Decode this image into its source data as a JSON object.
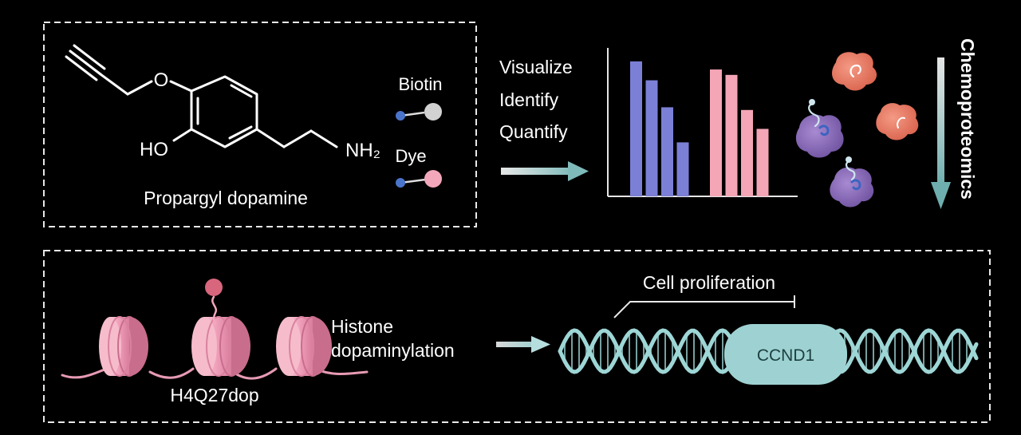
{
  "colors": {
    "background": "#000000",
    "blue_bar": "#7b80d6",
    "pink_bar": "#f4a6b6",
    "dna": "#9ed6d6",
    "ccnd1_box": "#9ed2d2",
    "arrow_teal": "#8fc4c4",
    "protein_orange": "#e8765e",
    "protein_purple": "#8a6cb8",
    "nucleosome": "#f1a7bf"
  },
  "molecule": {
    "name": "Propargyl dopamine",
    "ho_label": "HO",
    "o_label": "O",
    "nh2_label": "NH₂"
  },
  "probes": {
    "biotin_label": "Biotin",
    "dye_label": "Dye"
  },
  "steps": {
    "visualize": "Visualize",
    "identify": "Identify",
    "quantify": "Quantify"
  },
  "chart_data": {
    "type": "bar",
    "series": [
      {
        "values": [
          1.0,
          0.86,
          0.66,
          0.4
        ]
      },
      {
        "values": [
          0.94,
          0.9,
          0.64,
          0.5
        ]
      }
    ],
    "ylim": [
      0,
      1.1
    ]
  },
  "chemoproteomics_label": "Chemoproteomics",
  "histone": {
    "mark_label": "H4Q27dop",
    "process_label": "Histone dopaminylation"
  },
  "gene": {
    "effect_label": "Cell proliferation",
    "gene_label": "CCND1"
  }
}
